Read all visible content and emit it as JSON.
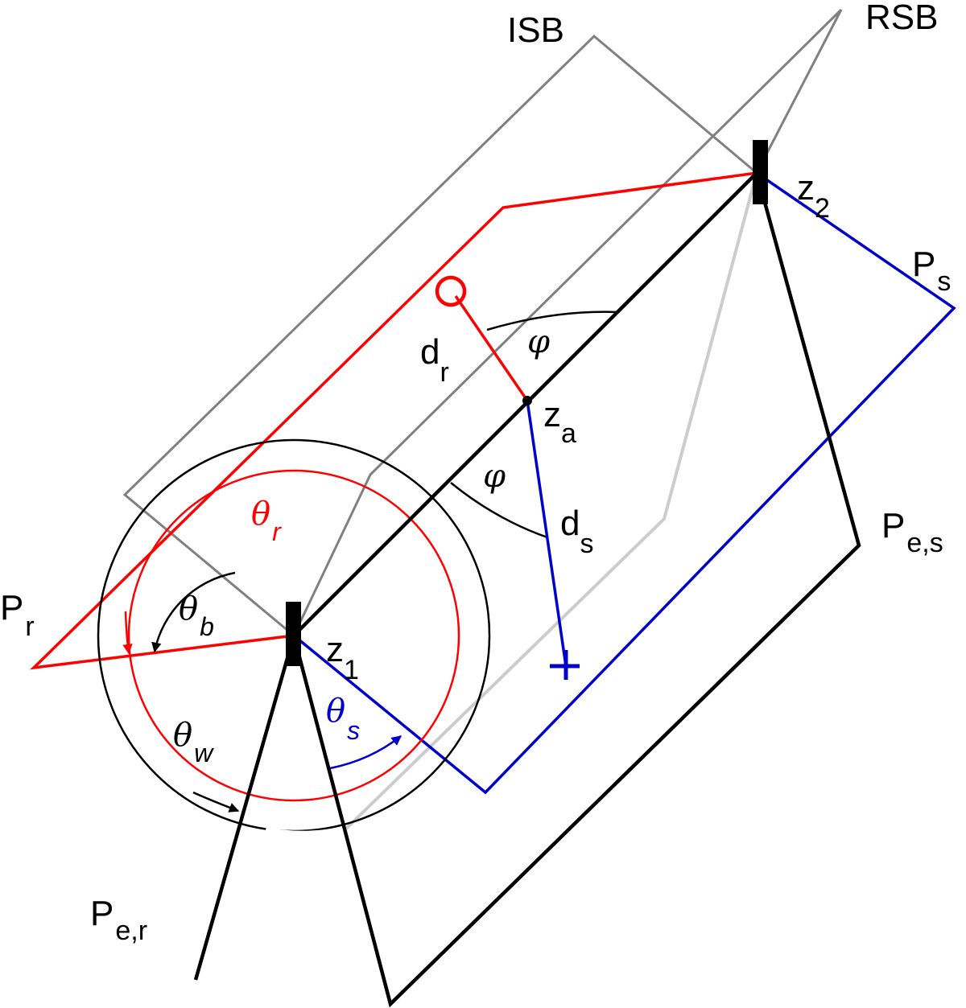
{
  "labels": {
    "isb": "ISB",
    "rsb": "RSB",
    "p_r": {
      "main": "P",
      "sub": "r"
    },
    "p_s": {
      "main": "P",
      "sub": "s"
    },
    "p_es": {
      "main": "P",
      "sub": "e,s"
    },
    "p_er": {
      "main": "P",
      "sub": "e,r"
    },
    "z1": {
      "main": "z",
      "sub": "1"
    },
    "z2": {
      "main": "z",
      "sub": "2"
    },
    "za": {
      "main": "z",
      "sub": "a"
    },
    "dr": {
      "main": "d",
      "sub": "r"
    },
    "ds": {
      "main": "d",
      "sub": "s"
    },
    "phi_top": "φ",
    "phi_bottom": "φ",
    "theta_r": {
      "main": "θ",
      "sub": "r"
    },
    "theta_b": {
      "main": "θ",
      "sub": "b"
    },
    "theta_w": {
      "main": "θ",
      "sub": "w"
    },
    "theta_s": {
      "main": "θ",
      "sub": "s"
    }
  },
  "colors": {
    "wedge": "#000000",
    "receiver_plane": "#ff0000",
    "source_plane": "#0000cc",
    "isb": "#808080",
    "rsb": "#808080",
    "hidden_edge": "#cccccc"
  },
  "markers": {
    "receiver": "circle-marker",
    "source": "plus-marker"
  }
}
